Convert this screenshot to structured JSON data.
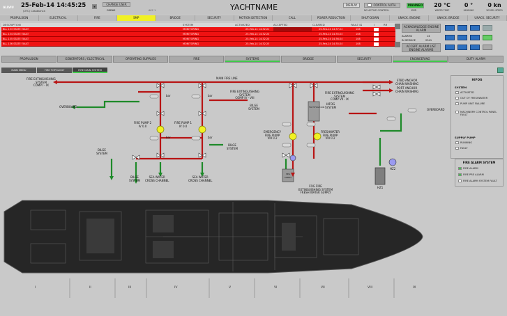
{
  "header": {
    "logo": "ALLVIU",
    "datetime": "25-Feb-14 14:45:25",
    "timezone": "(UTC) Casablanca",
    "change_user": "CHANGE USER",
    "user": "GSDA2",
    "acc_id": "ACC 1",
    "yacht_name": "YACHTNAME",
    "display": "DISPLAY",
    "control_auth": "CONTROL AUTH.",
    "no_active": "NO ACTIVE CONTROL",
    "manned": "MANNED",
    "ecr": "ECR",
    "water_temp": "20 °C",
    "water_temp_label": "WATER TEMP",
    "heading": "0 °",
    "heading_label": "HEADING",
    "speed": "0 kn",
    "speed_label": "VESSEL SPEED"
  },
  "nav1": [
    "PROPULSION",
    "ELECTRICAL",
    "FIRE",
    "SMP",
    "BRIDGE",
    "SECURITY",
    "MOTION DETECTION",
    "CALL",
    "POWER REDUCTION",
    "SHUT-DOWN",
    "UNACK. ENGINE",
    "UNACK. BRIDGE",
    "UNACK. SECURITY"
  ],
  "alarm_table": {
    "headers": [
      "DESCRIPTION",
      "SYSTEM",
      "ACTIVATED",
      "ACCEPTED",
      "CLEARED",
      "FAULT ID",
      "I",
      "RR"
    ],
    "rows": [
      {
        "desc": "BLL 133 STATE FAULT",
        "system": "MONITORING",
        "activated": "25-Feb-14 14:32:21",
        "cleared": "25-Feb-14 14:37:24",
        "fault": "108"
      },
      {
        "desc": "BLL 134 STATE FAULT",
        "system": "MONITORING",
        "activated": "25-Feb-14 14:32:24",
        "cleared": "25-Feb-14 14:35:24",
        "fault": "108"
      },
      {
        "desc": "BLL 135 STATE FAULT",
        "system": "MONITORING",
        "activated": "25-Feb-14 14:32:24",
        "cleared": "25-Feb-14 14:36:24",
        "fault": "108"
      },
      {
        "desc": "BLL 136 STATE FAULT",
        "system": "MONITORING",
        "activated": "25-Feb-14 14:32:25",
        "cleared": "25-Feb-14 14:35:24",
        "fault": "108"
      }
    ]
  },
  "alarm_controls": {
    "ack_engine": "ACKNOWLEDGE ENGINE ALARM",
    "alarms_label": "ALARMS",
    "alarms_count": "14",
    "in_service_label": "IN SERVICE",
    "in_service_count": "2341",
    "accept_list": "ACCEPT ALARM LIST ENGINE ALARMS"
  },
  "nav2": [
    "PROPULSION",
    "GENERATORS / ELECTRICAL",
    "OPERATING SUPPLIES",
    "FIRE",
    "SYSTEMS",
    "BRIDGE",
    "SECURITY",
    "ENGINEERING",
    "DUTY ALARM"
  ],
  "nav3": [
    "MAIN MENU",
    "FIRE TOPOLOGY",
    "FIRE MAIN SYSTEM"
  ],
  "diagram": {
    "labels": {
      "fire_ext_1": "FIRE EXTINGUISHING\nSYSTEM\nCOMP I - IX",
      "main_fire_line": "MAIN FIRE LINE",
      "overboard_left": "OVERBOARD",
      "fire_pump_2": "FIRE PUMP 2\nIV 0.0",
      "fire_pump_1": "FIRE PUMP 1\nIV 0.0",
      "bilge_left": "BILGE\nSYSTEM",
      "bilge_mid": "BILGE\nSYSTEM",
      "bilge_b1": "BILGE\nSYSTEM",
      "sea_water_1": "SEA WATER\nCROSS CHANNEL",
      "sea_water_2": "SEA WATER\nCROSS CHANNEL",
      "fire_ext_2": "FIRE EXTINGUISHING\nSYSTEM\nCOMP IV - VIII",
      "bilge_c": "BILGE\nSYSTEM",
      "emergency_pump": "EMERGENCY\nFIRE PUMP\nVIII 0.2",
      "hifog_tank": "FW HIFOG TANK",
      "hifog_sys": "HIFOG\nSYSTEM",
      "fire_ext_3": "FIRE EXTINGUISHING\nSYSTEM\nCOMP VII - IX",
      "fresh_pump": "FRESHWATER\nFIRE PUMP\nVIII 0.2",
      "sea_chest": "SEA\nCHEST",
      "fog_fire": "FOG FIRE\nEXTINGUISHING SYSTEM\nFRESH WATER SUPPLY",
      "stbd_anchor": "STBD ANCHOR\nCHAIN WASHING",
      "port_anchor": "PORT ANCHOR\nCHAIN WASHING",
      "overboard_right": "OVERBOARD",
      "hz1": "HZ1",
      "hz2": "HZ2",
      "gauge_bar": "bar",
      "gauge_val": "0.0"
    }
  },
  "hifog_panel": {
    "title": "HIFOG",
    "system_label": "SYSTEM",
    "system_items": [
      "ACTIVATED",
      "OUT OF FRESHWATER",
      "PUMP UNIT FAILURE",
      "MACHINERY CONTROL PANEL FAULT"
    ],
    "supply_label": "SUPPLY PUMP",
    "supply_items": [
      "RUNNING",
      "FAULT"
    ]
  },
  "fire_alarm_panel": {
    "title": "FIRE ALARM SYSTEM",
    "items": [
      "FIRE ALARM",
      "FIRE PRE ALARM",
      "FIRE ALARM SYSTEM FAULT"
    ],
    "states": [
      "green",
      "green",
      "off"
    ]
  },
  "deck_sections": [
    "I",
    "II",
    "III",
    "IV",
    "V",
    "VI",
    "VII",
    "VIII",
    "IX"
  ],
  "colors": {
    "alarm_red": "#ef1212",
    "fire_line": "#b81414",
    "bilge_line": "#1e8a2a",
    "active_yellow": "#f1f124",
    "manned_green": "#3fc94a"
  }
}
